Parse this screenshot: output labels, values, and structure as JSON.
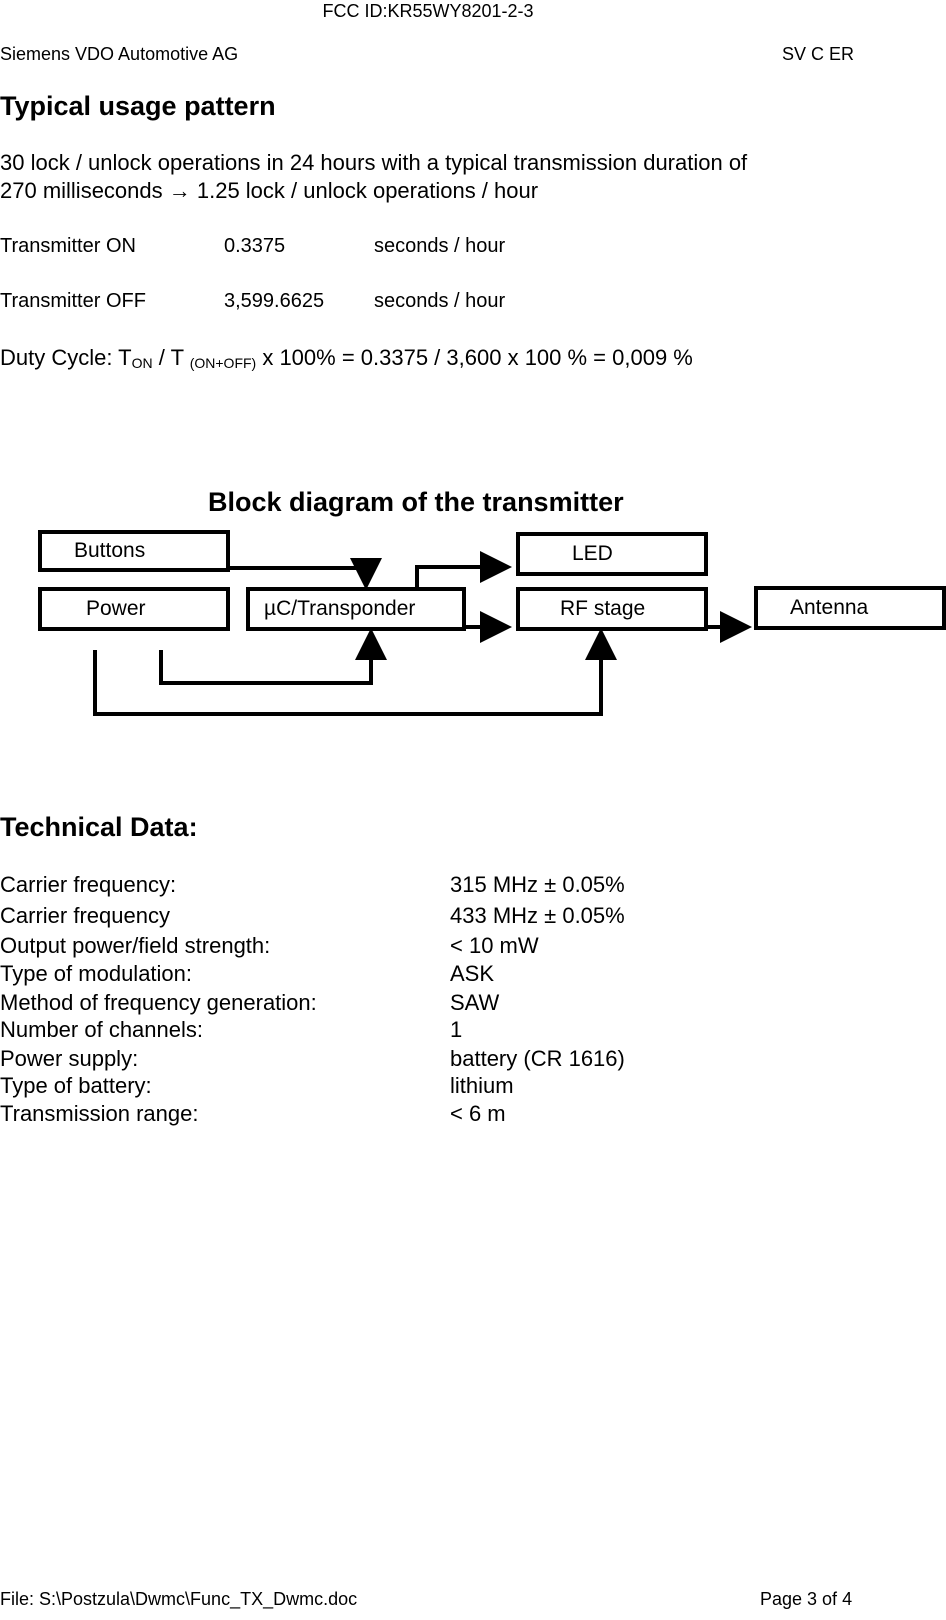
{
  "header": {
    "fcc_id": "FCC ID:KR55WY8201-2-3",
    "company": "Siemens VDO Automotive AG",
    "dept": "SV C ER"
  },
  "usage": {
    "heading": "Typical usage pattern",
    "line1": "30 lock / unlock operations in 24 hours with a typical transmission duration of",
    "line2": "270 milliseconds → 1.25 lock / unlock operations / hour",
    "tx_on_label": "Transmitter ON",
    "tx_on_value": "0.3375",
    "tx_on_unit": "seconds / hour",
    "tx_off_label": "Transmitter OFF",
    "tx_off_value": "3,599.6625",
    "tx_off_unit": "seconds / hour",
    "duty_prefix": "Duty Cycle: T",
    "duty_sub_on": "ON",
    "duty_mid": " / T ",
    "duty_sub_onoff": "(ON+OFF)",
    "duty_suffix": " x 100% = 0.3375 / 3,600 x 100 % = 0,009 %"
  },
  "diagram": {
    "title": "Block diagram of the transmitter",
    "buttons": "Buttons",
    "power": "Power",
    "uc": "µC/Transponder",
    "led": "LED",
    "rf": "RF stage",
    "antenna": "Antenna"
  },
  "technical": {
    "heading": "Technical Data:",
    "rows": [
      {
        "label": "Carrier frequency:",
        "value": "315 MHz ± 0.05%"
      },
      {
        "label": "Carrier frequency",
        "value": "433 MHz ± 0.05%"
      },
      {
        "label": "Output power/field strength:",
        "value": "< 10 mW"
      },
      {
        "label": "Type of modulation:",
        "value": "ASK"
      },
      {
        "label": "Method of frequency generation:",
        "value": "SAW"
      },
      {
        "label": "Number of channels:",
        "value": "1"
      },
      {
        "label": "Power supply:",
        "value": "battery  (CR 1616)"
      },
      {
        "label": "Type of battery:",
        "value": "lithium"
      },
      {
        "label": "Transmission range:",
        "value": "< 6 m"
      }
    ]
  },
  "footer": {
    "file": "File: S:\\Postzula\\Dwmc\\Func_TX_Dwmc.doc",
    "page": "Page 3 of 4"
  }
}
